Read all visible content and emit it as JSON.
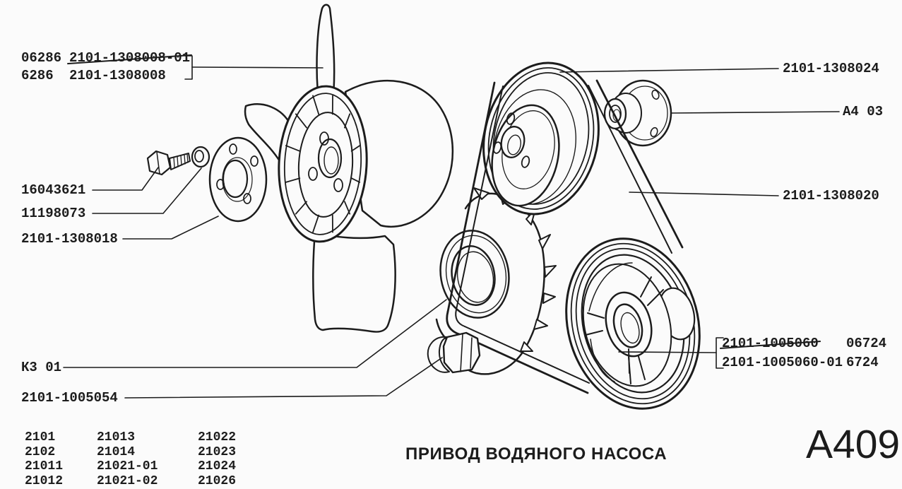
{
  "page": {
    "title": "ПРИВОД ВОДЯНОГО НАСОСА",
    "page_code": "А409",
    "background_color": "#fbfbfb",
    "ink_color": "#1c1c1c"
  },
  "callouts": {
    "fan": {
      "line1_code": "06286",
      "line1_number": "2101-1308008-01",
      "line2_code": "6286",
      "line2_number": "2101-1308008"
    },
    "left": [
      {
        "id": "bolt",
        "text": "16043621"
      },
      {
        "id": "washer",
        "text": "11198073"
      },
      {
        "id": "fan-hub-flange",
        "text": "2101-1308018"
      },
      {
        "id": "seal-code",
        "text": "К3 01"
      },
      {
        "id": "ratchet-nut",
        "text": "2101-1005054"
      }
    ],
    "right": [
      {
        "id": "pump-pulley",
        "text": "2101-1308024"
      },
      {
        "id": "hub-code",
        "text": "А4 03"
      },
      {
        "id": "belt",
        "text": "2101-1308020"
      }
    ],
    "crank_pulley": {
      "line1_number": "2101-1005060",
      "line1_code": "06724",
      "line2_number": "2101-1005060-01",
      "line2_code": "6724"
    }
  },
  "applicability_table": {
    "columns": [
      [
        "2101",
        "2102",
        "21011",
        "21012"
      ],
      [
        "21013",
        "21014",
        "21021-01",
        "21021-02"
      ],
      [
        "21022",
        "21023",
        "21024",
        "21026"
      ]
    ]
  }
}
